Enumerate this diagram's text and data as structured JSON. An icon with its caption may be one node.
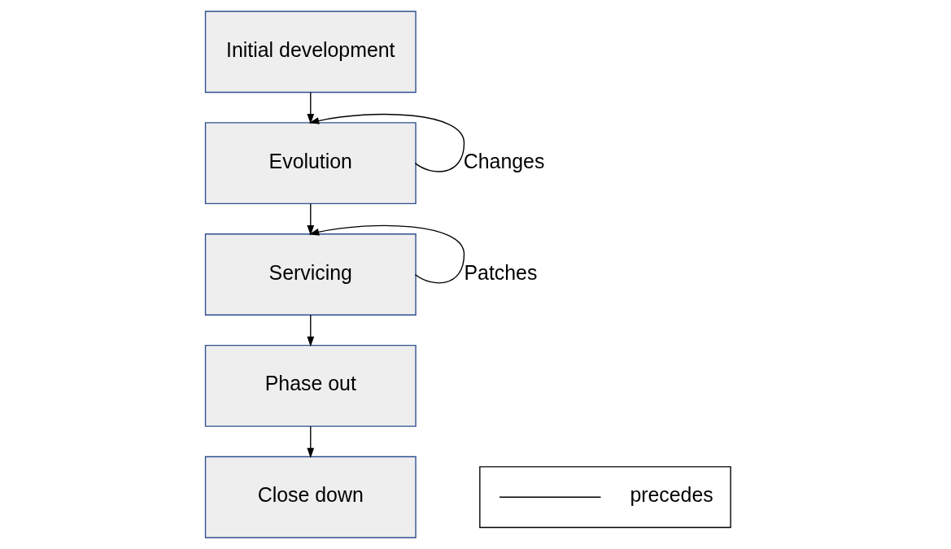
{
  "diagram": {
    "nodes": [
      {
        "text": [
          "Initial development"
        ]
      },
      {
        "text": [
          "Evolution"
        ]
      },
      {
        "text": [
          "Servicing"
        ]
      },
      {
        "text": [
          "Phase out"
        ]
      },
      {
        "text": [
          "Close down"
        ]
      }
    ],
    "edges": [
      {
        "from": 0,
        "to": 1,
        "arrow": "to"
      },
      {
        "from": 1,
        "to": 1,
        "arrow": "to",
        "label": "Changes"
      },
      {
        "from": 1,
        "to": 2,
        "arrow": "to"
      },
      {
        "from": 2,
        "to": 2,
        "arrow": "to",
        "label": "Patches"
      },
      {
        "from": 2,
        "to": 3,
        "arrow": "to"
      },
      {
        "from": 3,
        "to": 4,
        "arrow": "to"
      }
    ],
    "legend": [
      {
        "text": "precedes"
      }
    ]
  }
}
